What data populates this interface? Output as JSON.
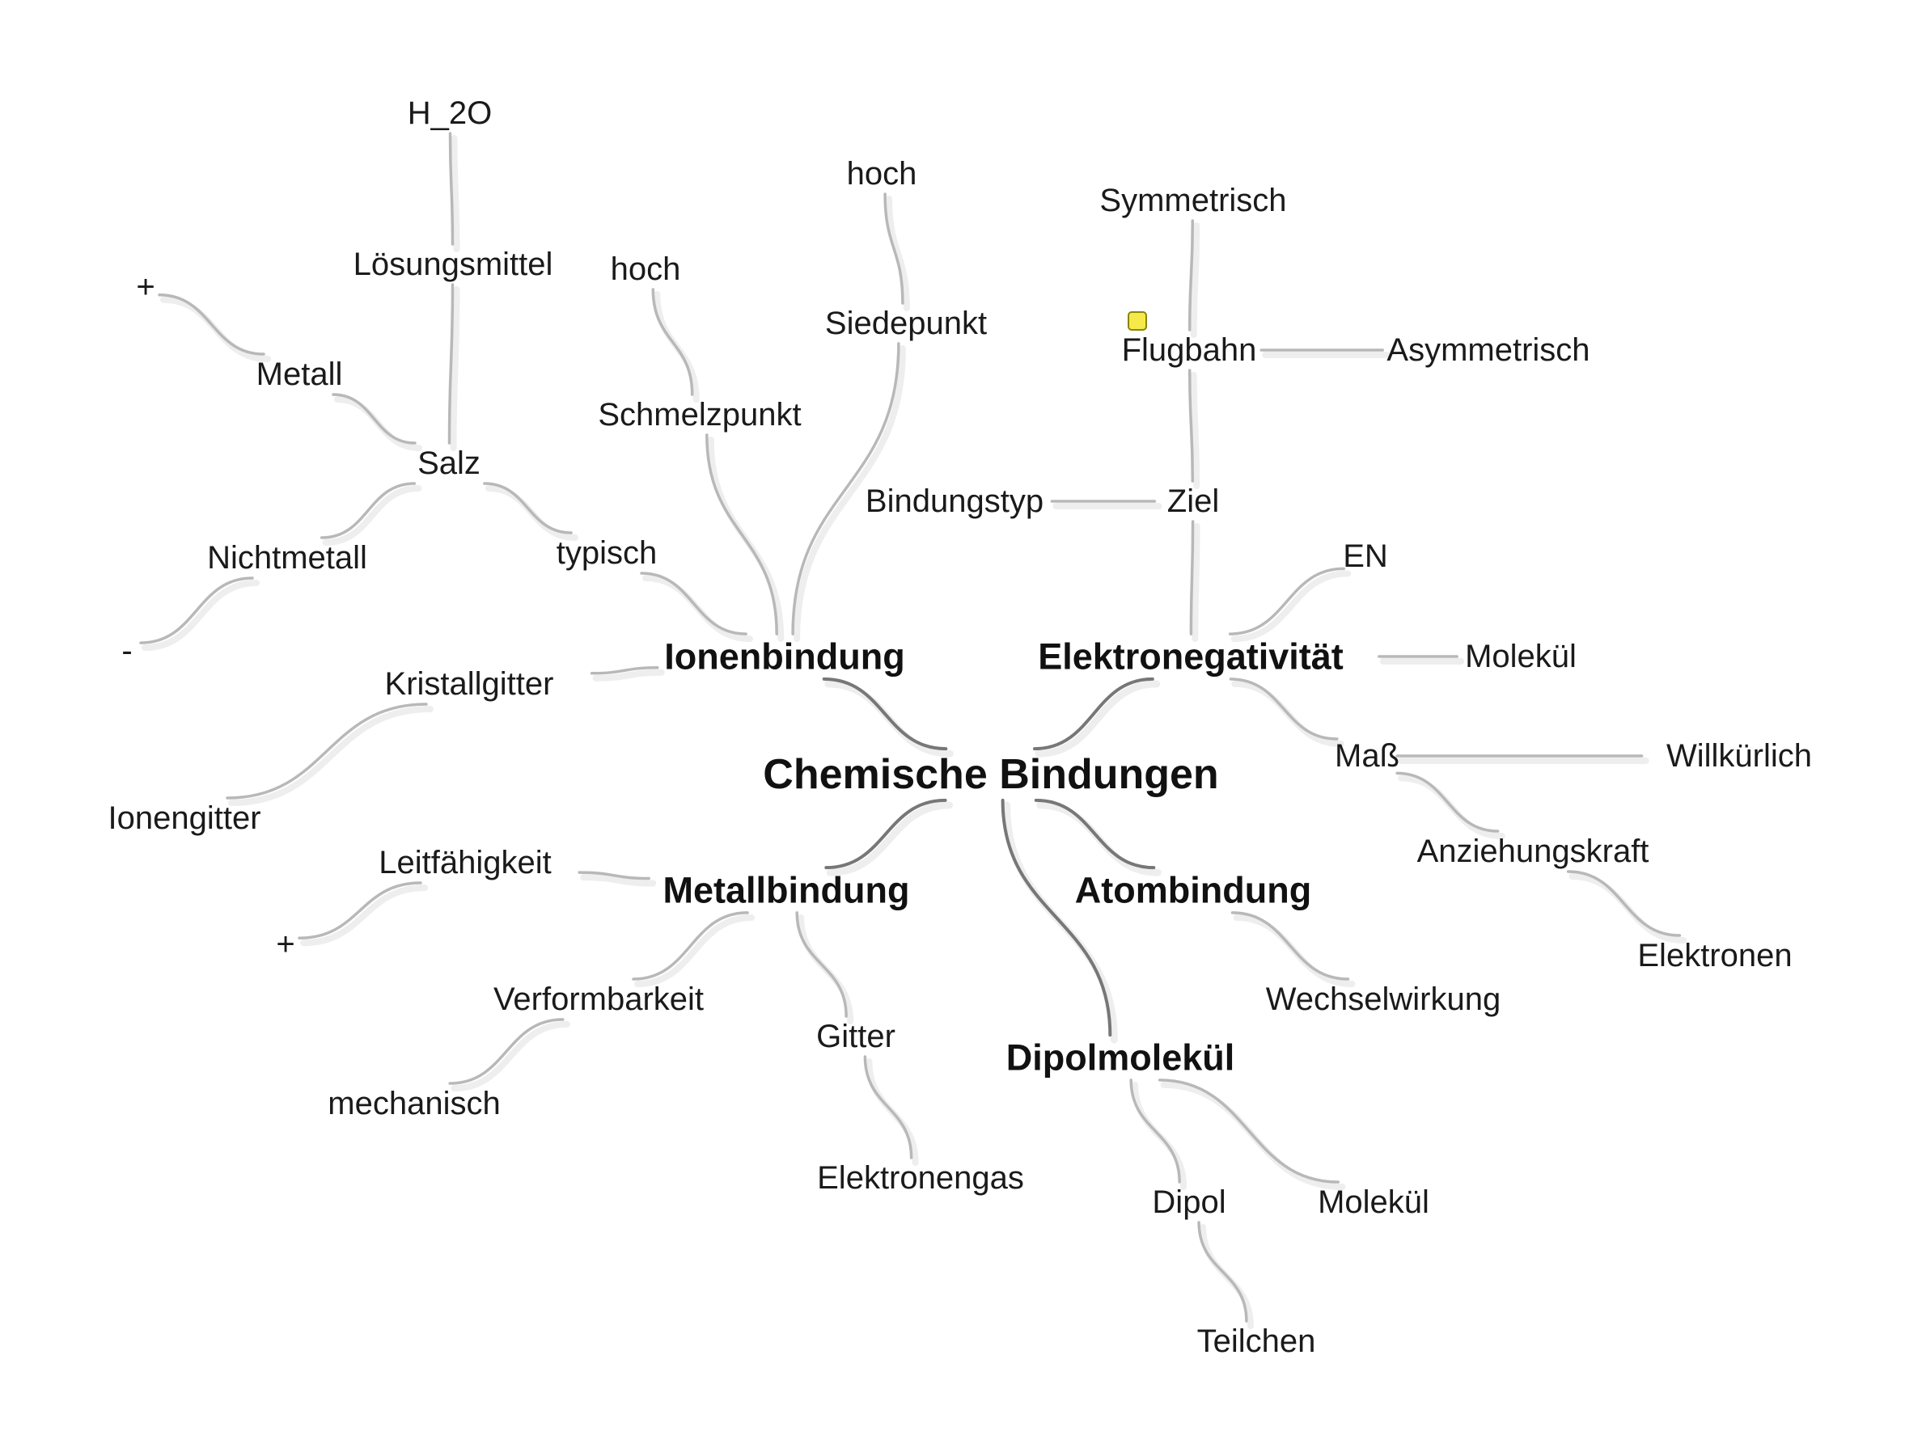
{
  "colors": {
    "edge_main": "#777777",
    "edge_sub": "#b8b8b8",
    "marker_fill": "#f5ea4a",
    "text": "#1a1a1a"
  },
  "mindmap": {
    "root": {
      "id": "root",
      "label": "Chemische Bindungen"
    },
    "nodes": [
      {
        "id": "ionen",
        "parent": "root",
        "label": "Ionenbindung",
        "level": 1
      },
      {
        "id": "elektro",
        "parent": "root",
        "label": "Elektronegativität",
        "level": 1
      },
      {
        "id": "metall_b",
        "parent": "root",
        "label": "Metallbindung",
        "level": 1
      },
      {
        "id": "atom",
        "parent": "root",
        "label": "Atombindung",
        "level": 1
      },
      {
        "id": "dipol_m",
        "parent": "root",
        "label": "Dipolmolekül",
        "level": 1
      },
      {
        "id": "typisch",
        "parent": "ionen",
        "label": "typisch",
        "level": 2
      },
      {
        "id": "salz",
        "parent": "typisch",
        "label": "Salz",
        "level": 3
      },
      {
        "id": "metall_s",
        "parent": "salz",
        "label": "Metall",
        "level": 3
      },
      {
        "id": "plus1",
        "parent": "metall_s",
        "label": "+",
        "level": 3
      },
      {
        "id": "nichtmetall",
        "parent": "salz",
        "label": "Nichtmetall",
        "level": 3
      },
      {
        "id": "minus1",
        "parent": "nichtmetall",
        "label": "-",
        "level": 3
      },
      {
        "id": "loesungsmittel",
        "parent": "salz",
        "label": "Lösungsmittel",
        "level": 3
      },
      {
        "id": "h2o",
        "parent": "loesungsmittel",
        "label": "H_2O",
        "level": 3
      },
      {
        "id": "schmelzpunkt",
        "parent": "ionen",
        "label": "Schmelzpunkt",
        "level": 2
      },
      {
        "id": "hoch1",
        "parent": "schmelzpunkt",
        "label": "hoch",
        "level": 3
      },
      {
        "id": "siedepunkt",
        "parent": "ionen",
        "label": "Siedepunkt",
        "level": 2
      },
      {
        "id": "hoch2",
        "parent": "siedepunkt",
        "label": "hoch",
        "level": 3
      },
      {
        "id": "kristallgitter",
        "parent": "ionen",
        "label": "Kristallgitter",
        "level": 2
      },
      {
        "id": "ionengitter",
        "parent": "kristallgitter",
        "label": "Ionengitter",
        "level": 3
      },
      {
        "id": "ziel",
        "parent": "elektro",
        "label": "Ziel",
        "level": 2
      },
      {
        "id": "bindungstyp",
        "parent": "ziel",
        "label": "Bindungstyp",
        "level": 3
      },
      {
        "id": "flugbahn",
        "parent": "ziel",
        "label": "Flugbahn",
        "level": 3
      },
      {
        "id": "symmetrisch",
        "parent": "flugbahn",
        "label": "Symmetrisch",
        "level": 3
      },
      {
        "id": "asymmetrisch",
        "parent": "flugbahn",
        "label": "Asymmetrisch",
        "level": 3
      },
      {
        "id": "en",
        "parent": "elektro",
        "label": "EN",
        "level": 2
      },
      {
        "id": "molekuel1",
        "parent": "elektro",
        "label": "Molekül",
        "level": 2
      },
      {
        "id": "mass",
        "parent": "elektro",
        "label": "Maß",
        "level": 2
      },
      {
        "id": "willkuerlich",
        "parent": "mass",
        "label": "Willkürlich",
        "level": 3
      },
      {
        "id": "anziehungskraft",
        "parent": "mass",
        "label": "Anziehungskraft",
        "level": 3
      },
      {
        "id": "elektronen",
        "parent": "anziehungskraft",
        "label": "Elektronen",
        "level": 3
      },
      {
        "id": "leitfaehigkeit",
        "parent": "metall_b",
        "label": "Leitfähigkeit",
        "level": 2
      },
      {
        "id": "plus2",
        "parent": "leitfaehigkeit",
        "label": "+",
        "level": 3
      },
      {
        "id": "verformbarkeit",
        "parent": "metall_b",
        "label": "Verformbarkeit",
        "level": 2
      },
      {
        "id": "mechanisch",
        "parent": "verformbarkeit",
        "label": "mechanisch",
        "level": 3
      },
      {
        "id": "gitter",
        "parent": "metall_b",
        "label": "Gitter",
        "level": 2
      },
      {
        "id": "elektronengas",
        "parent": "gitter",
        "label": "Elektronengas",
        "level": 3
      },
      {
        "id": "wechselwirkung",
        "parent": "atom",
        "label": "Wechselwirkung",
        "level": 2
      },
      {
        "id": "dipol",
        "parent": "dipol_m",
        "label": "Dipol",
        "level": 2
      },
      {
        "id": "teilchen",
        "parent": "dipol",
        "label": "Teilchen",
        "level": 3
      },
      {
        "id": "molekuel2",
        "parent": "dipol_m",
        "label": "Molekül",
        "level": 2
      }
    ],
    "marker": {
      "near": "flugbahn",
      "icon": "yellow-note-marker"
    }
  }
}
